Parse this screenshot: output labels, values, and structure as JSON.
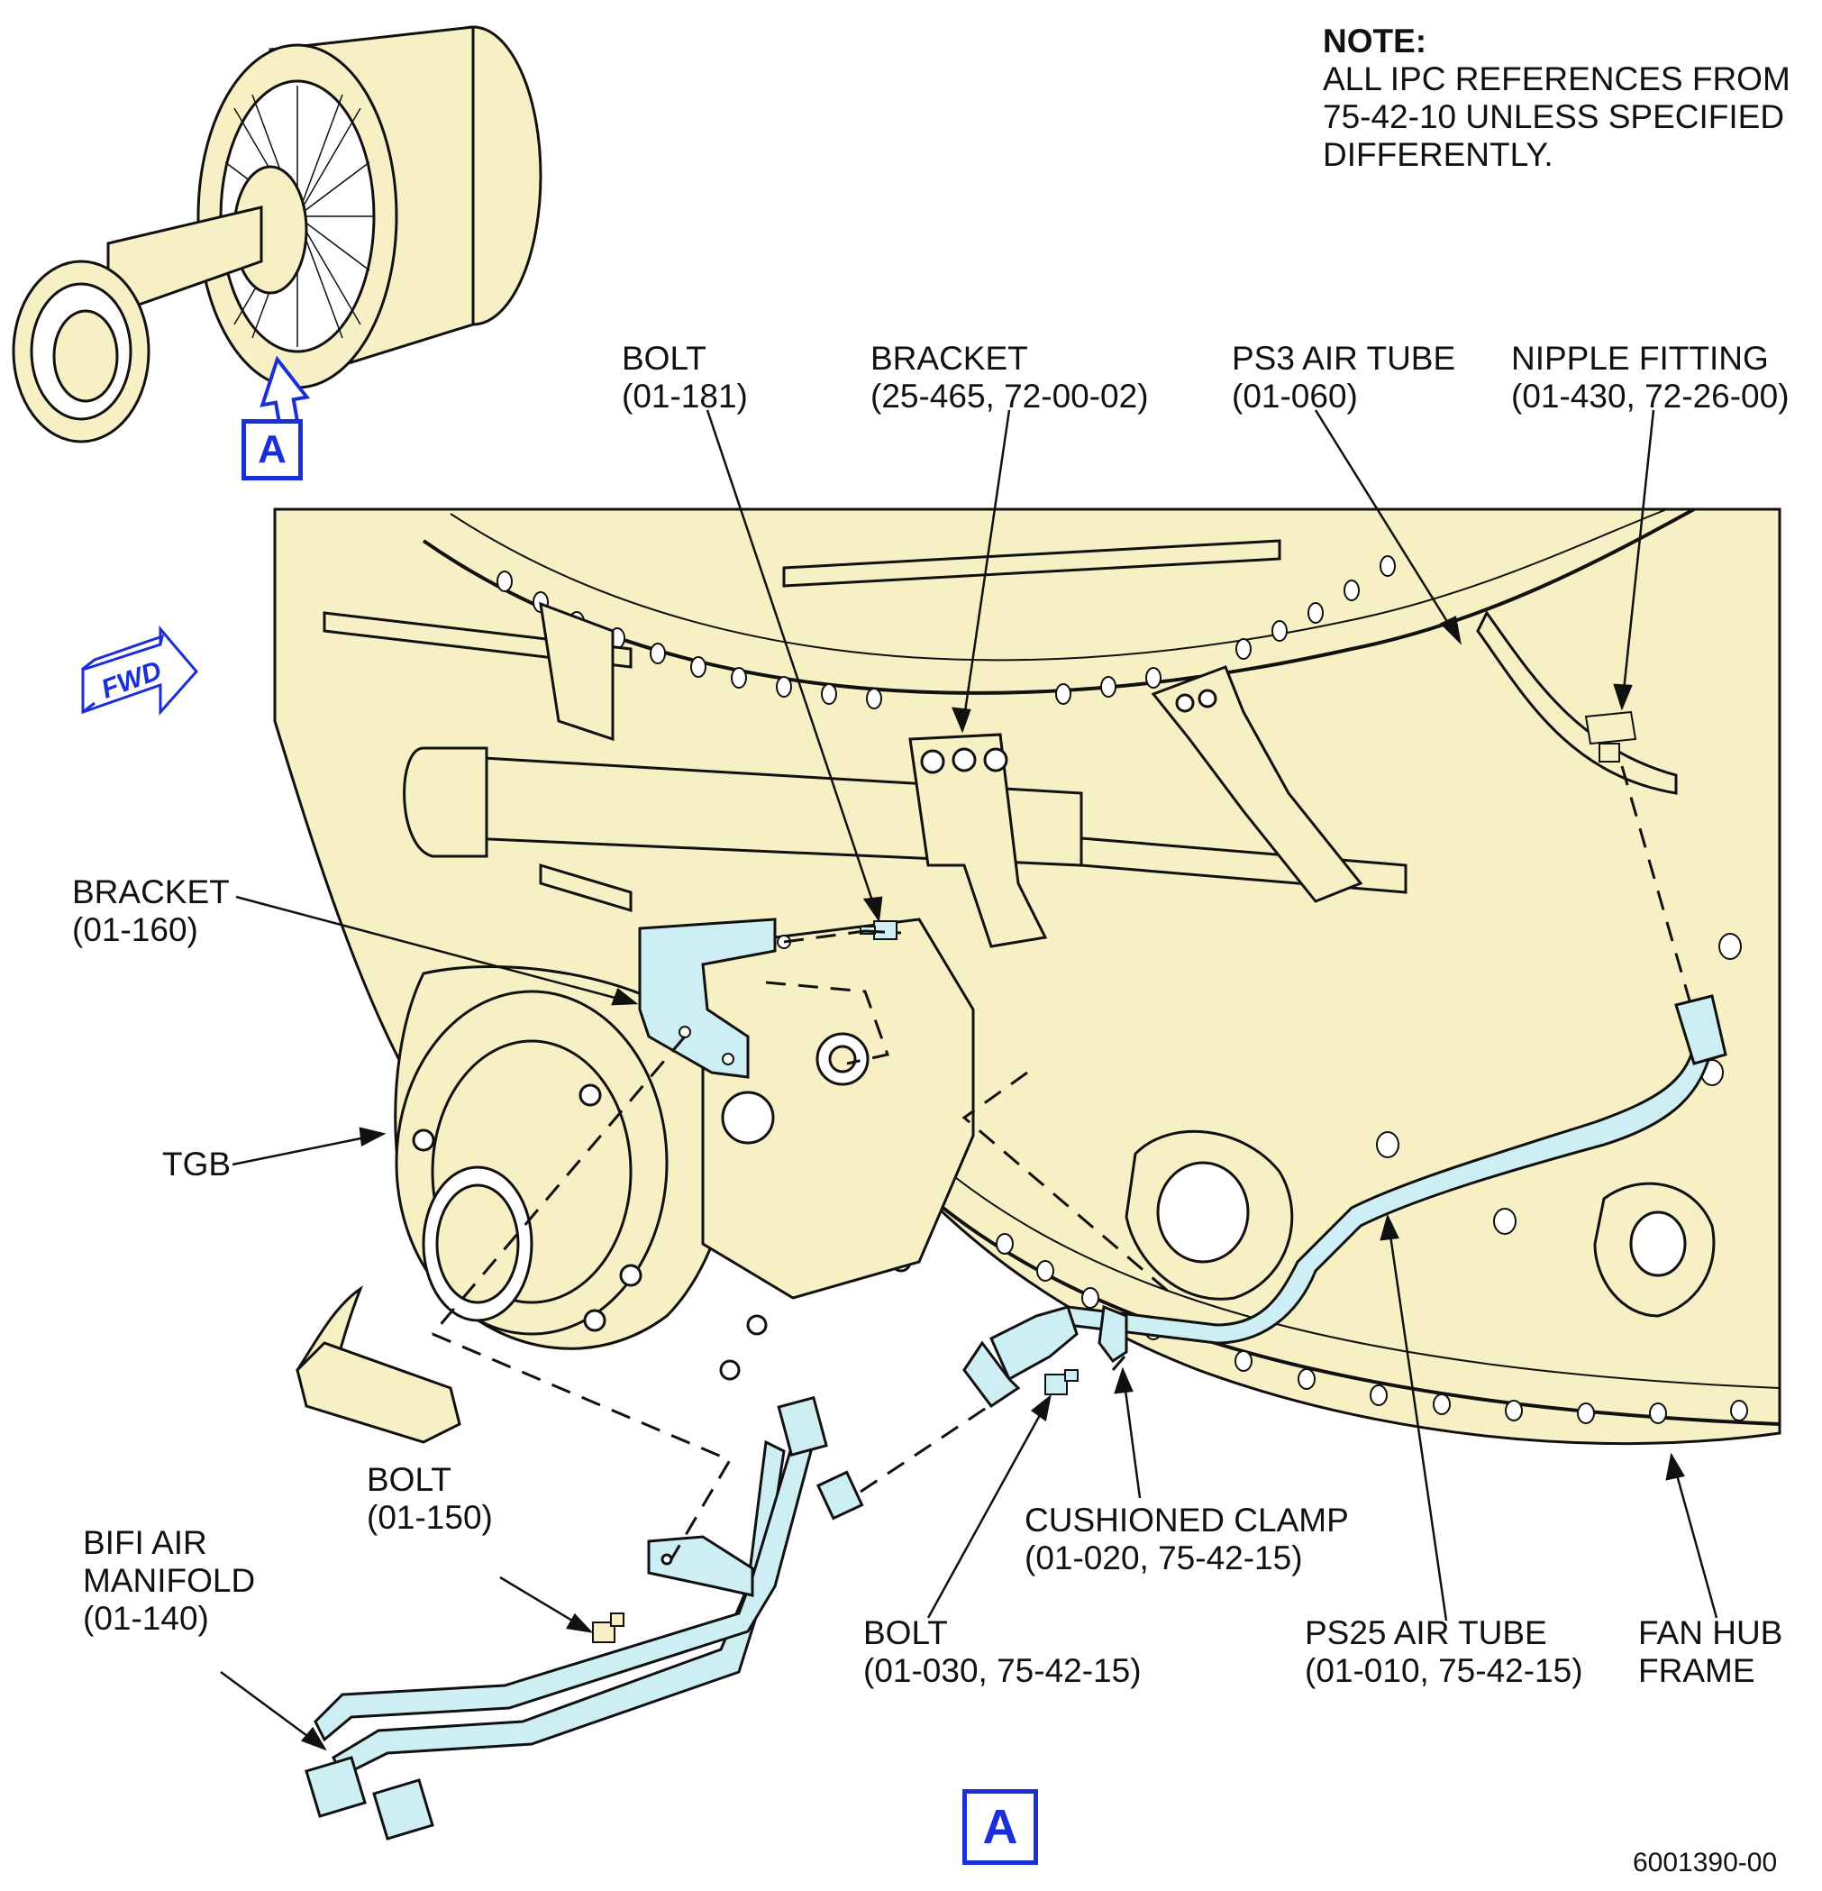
{
  "note": {
    "title": "NOTE:",
    "lines": [
      "ALL IPC REFERENCES FROM",
      "75-42-10 UNLESS SPECIFIED",
      "DIFFERENTLY."
    ]
  },
  "view_marker": "A",
  "fwd_label": "FWD",
  "figure_number": "6001390-00",
  "callouts": {
    "bolt_181": {
      "name": "BOLT",
      "ref": "(01-181)"
    },
    "bracket_465": {
      "name": "BRACKET",
      "ref": "(25-465, 72-00-02)"
    },
    "ps3_air_tube": {
      "name": "PS3 AIR TUBE",
      "ref": "(01-060)"
    },
    "nipple_fitting": {
      "name": "NIPPLE FITTING",
      "ref": "(01-430, 72-26-00)"
    },
    "bracket_160": {
      "name": "BRACKET",
      "ref": "(01-160)"
    },
    "tgb": {
      "name": "TGB"
    },
    "bolt_150": {
      "name": "BOLT",
      "ref": "(01-150)"
    },
    "bifi_manifold": {
      "name": "BIFI AIR",
      "name2": "MANIFOLD",
      "ref": "(01-140)"
    },
    "cushioned_clamp": {
      "name": "CUSHIONED CLAMP",
      "ref": "(01-020, 75-42-15)"
    },
    "bolt_030": {
      "name": "BOLT",
      "ref": "(01-030, 75-42-15)"
    },
    "ps25_air_tube": {
      "name": "PS25 AIR TUBE",
      "ref": "(01-010, 75-42-15)"
    },
    "fan_hub_frame": {
      "name": "FAN HUB",
      "name2": "FRAME"
    }
  },
  "colors": {
    "engine_fill": "#f7f0c4",
    "tube_fill": "#cdeef2",
    "accent_blue": "#1a2fd8",
    "line": "#111111"
  }
}
